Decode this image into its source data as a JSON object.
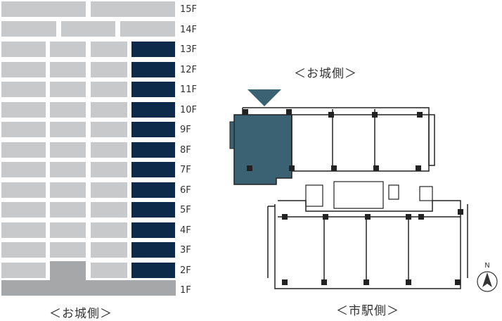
{
  "floors": [
    {
      "label": "15F",
      "selected": false
    },
    {
      "label": "14F",
      "selected": false
    },
    {
      "label": "13F",
      "selected": true
    },
    {
      "label": "12F",
      "selected": true
    },
    {
      "label": "11F",
      "selected": true
    },
    {
      "label": "10F",
      "selected": true
    },
    {
      "label": "9F",
      "selected": true
    },
    {
      "label": "8F",
      "selected": true
    },
    {
      "label": "7F",
      "selected": true
    },
    {
      "label": "6F",
      "selected": true
    },
    {
      "label": "5F",
      "selected": true
    },
    {
      "label": "4F",
      "selected": true
    },
    {
      "label": "3F",
      "selected": true
    },
    {
      "label": "2F",
      "selected": true
    },
    {
      "label": "1F",
      "selected": false
    }
  ],
  "labels": {
    "castle_side_top": "＜お城側＞",
    "castle_side_bottom": "＜お城側＞",
    "station_side": "＜市駅側＞",
    "north": "N"
  },
  "colors": {
    "unit_default": "#c8c9cb",
    "unit_selected": "#0e2a4a",
    "ground_floor": "#a6a7a9",
    "plan_highlight": "#3b6272",
    "plan_pointer": "#3b6272"
  }
}
